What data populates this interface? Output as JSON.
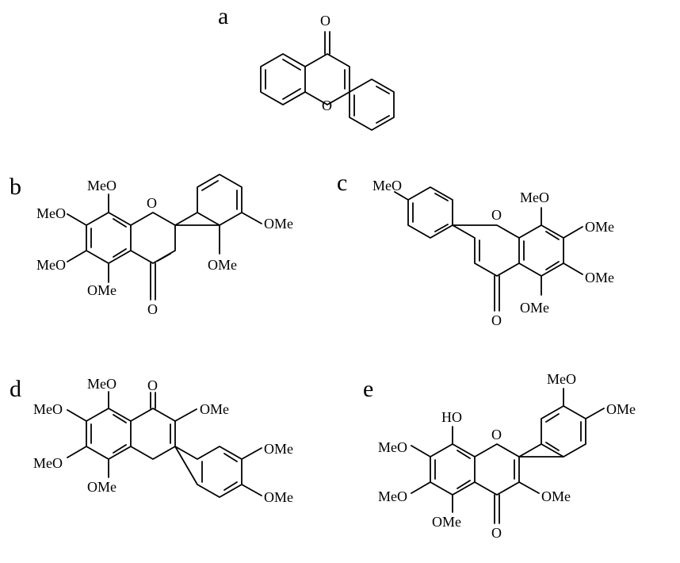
{
  "panels": [
    {
      "letter": "a",
      "labels": [
        "O",
        "O"
      ]
    },
    {
      "letter": "b",
      "labels": [
        "MeO",
        "MeO",
        "MeO",
        "OMe",
        "O",
        "O",
        "OMe",
        "OMe"
      ]
    },
    {
      "letter": "c",
      "labels": [
        "MeO",
        "O",
        "O",
        "MeO",
        "OMe",
        "OMe",
        "OMe"
      ]
    },
    {
      "letter": "d",
      "labels": [
        "MeO",
        "MeO",
        "MeO",
        "OMe",
        "O",
        "OMe",
        "OMe",
        "OMe"
      ]
    },
    {
      "letter": "e",
      "labels": [
        "HO",
        "MeO",
        "MeO",
        "OMe",
        "O",
        "O",
        "OMe",
        "MeO",
        "OMe"
      ]
    }
  ]
}
